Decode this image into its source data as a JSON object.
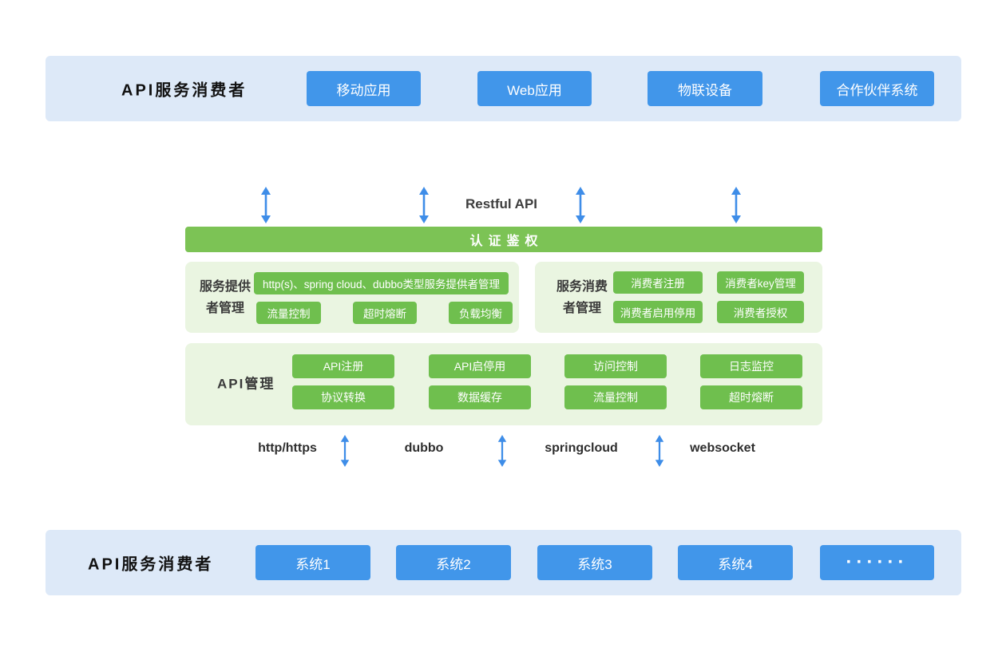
{
  "colors": {
    "band_bg": "#dde9f8",
    "blue_node": "#4196ea",
    "arrow_blue": "#3e8de8",
    "green_bar": "#7cc355",
    "green_node": "#6fbf4e",
    "panel_bg": "#eaf5e1",
    "text_dark": "#333333"
  },
  "top_band": {
    "title": "API服务消费者",
    "nodes": [
      "移动应用",
      "Web应用",
      "物联设备",
      "合作伙伴系统"
    ]
  },
  "gateway": {
    "restful_api_label": "Restful API",
    "auth_bar": "认证鉴权",
    "provider_panel": {
      "title_line1": "服务提供",
      "title_line2": "者管理",
      "wide_node": "http(s)、spring cloud、dubbo类型服务提供者管理",
      "nodes": [
        "流量控制",
        "超时熔断",
        "负载均衡"
      ]
    },
    "consumer_panel": {
      "title_line1": "服务消费",
      "title_line2": "者管理",
      "nodes": [
        "消费者注册",
        "消费者key管理",
        "消费者启用停用",
        "消费者授权"
      ]
    },
    "api_panel": {
      "title": "API管理",
      "row1": [
        "API注册",
        "API启停用",
        "访问控制",
        "日志监控"
      ],
      "row2": [
        "协议转换",
        "数据缓存",
        "流量控制",
        "超时熔断"
      ]
    },
    "protocols": [
      "http/https",
      "dubbo",
      "springcloud",
      "websocket"
    ]
  },
  "bottom_band": {
    "title": "API服务消费者",
    "nodes": [
      "系统1",
      "系统2",
      "系统3",
      "系统4",
      "······"
    ]
  }
}
